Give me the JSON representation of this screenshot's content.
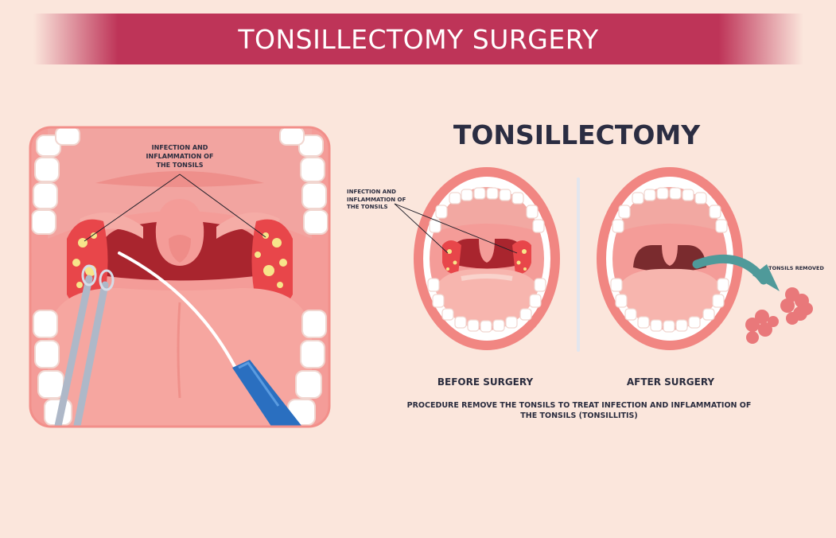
{
  "banner": {
    "title": "TONSILLECTOMY SURGERY"
  },
  "left_panel": {
    "label": "INFECTION AND INFLAMMATION OF THE TONSILS"
  },
  "right_panel": {
    "heading": "TONSILLECTOMY",
    "before_annotation": "INFECTION AND INFLAMMATION OF THE TONSILS",
    "removed_annotation": "TONSILS REMOVED",
    "before_label": "BEFORE SURGERY",
    "after_label": "AFTER SURGERY",
    "caption": "PROCEDURE REMOVE THE TONSILS TO TREAT INFECTION AND INFLAMMATION OF THE TONSILS (TONSILLITIS)"
  },
  "colors": {
    "background": "#fbe6dc",
    "banner": "#be3458",
    "throat": "#a9252e",
    "tonsil_infected": "#e8464a",
    "pus": "#f7e58a",
    "tongue": "#f6a6a0",
    "instrument_blue": "#2a6fc0",
    "arrow_teal": "#4f9a9a",
    "text_dark": "#2b2d42"
  }
}
